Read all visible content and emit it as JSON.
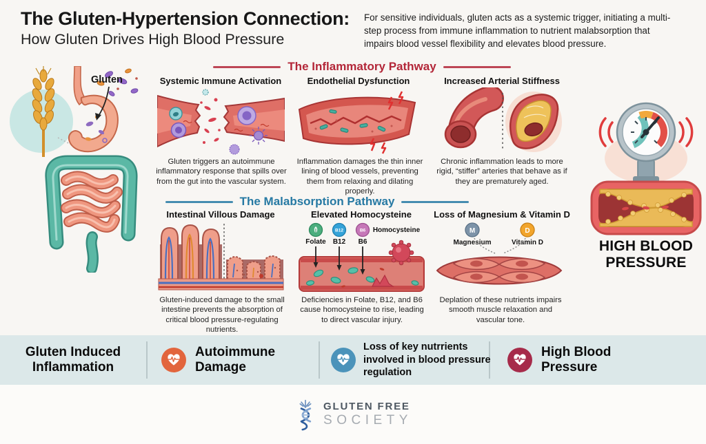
{
  "header": {
    "title": "The Gluten-Hypertension Connection:",
    "subtitle": "How Gluten Drives High Blood Pressure",
    "intro": "For sensitive individuals, gluten acts as a systemic trigger, initiating a multi-step process from immune inflammation to nutrient malabsorption that impairs blood vessel flexibility and elevates blood pressure."
  },
  "anatomy": {
    "gluten_label": "Gluten"
  },
  "pathways": [
    {
      "title": "The Inflammatory Pathway",
      "color": "#b32638",
      "panels": [
        {
          "title": "Systemic Immune Activation",
          "description": "Gluten triggers an autoimmune inflammatory response that spills over from the gut into the vascular system."
        },
        {
          "title": "Endothelial Dysfunction",
          "description": "Inflammation damages the thin inner lining of blood vessels, preventing them from relaxing and dilating properly."
        },
        {
          "title": "Increased Arterial Stiffness",
          "description": "Chronic inflammation leads to more rigid, “stiffer” arteries that behave as if they are prematurely aged."
        }
      ]
    },
    {
      "title": "The Malabsorption Pathway",
      "color": "#2679a3",
      "panels": [
        {
          "title": "Intestinal Villous Damage",
          "description": "Gluten-induced damage to the small intestine prevents the absorption of critical blood pressure-regulating nutrients."
        },
        {
          "title": "Elevated Homocysteine",
          "description": "Deficiencies in Folate, B12, and B6 cause homocysteine to rise, leading to direct vascular injury.",
          "nutrient_labels": [
            "Folate",
            "B12",
            "B6"
          ],
          "homocysteine_label": "Homocysteine"
        },
        {
          "title": "Loss of Magnesium & Vitamin D",
          "description": "Deplation of these nutrients impairs smooth muscle relaxation and vascular tone.",
          "badges": [
            "M",
            "D"
          ],
          "nutrient_labels": [
            "Magnesium",
            "Vitamin D"
          ]
        }
      ]
    }
  ],
  "outcome": {
    "label": "HIGH BLOOD PRESSURE"
  },
  "legend": {
    "items": [
      {
        "label": "Gluten Induced Inflammation",
        "icon": "",
        "icon_color": ""
      },
      {
        "label": "Autoimmune Damage",
        "icon": "heart-pulse-icon",
        "icon_color": "#e2653d"
      },
      {
        "label": "Loss of key nutrrients involved in blood pressure regulation",
        "icon": "heart-pulse-icon",
        "icon_color": "#4b93ba"
      },
      {
        "label": "High Blood Pressure",
        "icon": "heart-pulse-icon",
        "icon_color": "#a62b4a"
      }
    ]
  },
  "footer": {
    "brand_line1": "GLUTEN FREE",
    "brand_line2": "SOCIETY"
  }
}
